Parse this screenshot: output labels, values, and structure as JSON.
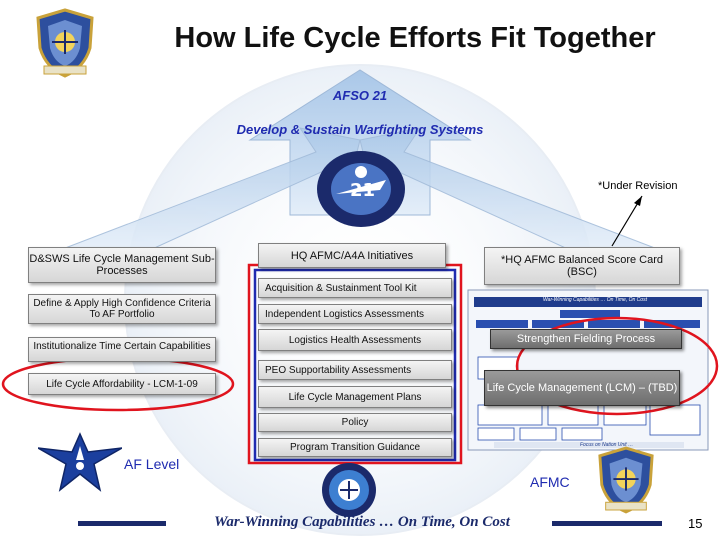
{
  "slide": {
    "title": "How Life Cycle Efforts Fit Together",
    "afso": "AFSO 21",
    "subtitle": "Develop & Sustain Warfighting Systems",
    "under_revision": "*Under Revision",
    "footer_motto": "War-Winning Capabilities … On Time, On Cost",
    "page_number": "15",
    "af_level": "AF Level",
    "afmc": "AFMC"
  },
  "emblem": {
    "year": "21"
  },
  "left_column": {
    "header": "D&SWS Life Cycle Management Sub-Processes",
    "items": [
      "Define & Apply High Confidence Criteria To AF Portfolio",
      "Institutionalize Time Certain Capabilities",
      "Life Cycle Affordability - LCM-1-09"
    ]
  },
  "center_column": {
    "header": "HQ AFMC/A4A Initiatives",
    "items": [
      "Acquisition & Sustainment Tool Kit",
      "Independent Logistics Assessments",
      "Logistics Health Assessments",
      "PEO Supportability Assessments",
      "Life Cycle Management Plans",
      "Policy",
      "Program Transition Guidance"
    ]
  },
  "right_column": {
    "header": "*HQ AFMC Balanced Score Card (BSC)",
    "items": [
      "Strengthen Fielding Process",
      "Life Cycle Management (LCM) – (TBD)"
    ],
    "bsc_title": "War-Winning Capabilities … On Time, On Cost",
    "bsc_footer": "Focus on Nation Unit …"
  },
  "colors": {
    "title_blue": "#1f2bb0",
    "highlight_red": "#e0141e",
    "frame_blue": "#1f2bb0",
    "arrow_blue": "#b9d3ee",
    "bar_navy": "#1b2a6b"
  },
  "icons": [
    "afmc-shield-icon",
    "afso21-emblem-icon",
    "air-force-symbol-icon",
    "campaign-badge-icon",
    "bsc-chart-thumbnail"
  ]
}
